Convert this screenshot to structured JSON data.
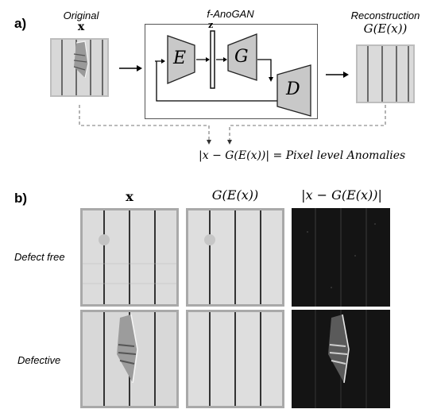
{
  "panel_a": {
    "label": "a)",
    "original_title": "Original",
    "original_symbol": "x",
    "gan_title": "f-AnoGAN",
    "z_label": "z",
    "encoder_label": "E",
    "generator_label": "G",
    "discriminator_label": "D",
    "recon_title": "Reconstruction",
    "recon_symbol": "G(E(x))",
    "equation": "|x − G(E(x))| = Pixel level Anomalies"
  },
  "panel_b": {
    "label": "b)",
    "col_headers": [
      "x",
      "G(E(x))",
      "|x − G(E(x))|"
    ],
    "row_labels": [
      "Defect free",
      "Defective"
    ]
  },
  "colors": {
    "block_fill": "#c8c8c8",
    "cell_bg": "#d9d9d9",
    "residual_bg": "#141414",
    "arrow": "#000000",
    "dashed": "#777777"
  }
}
